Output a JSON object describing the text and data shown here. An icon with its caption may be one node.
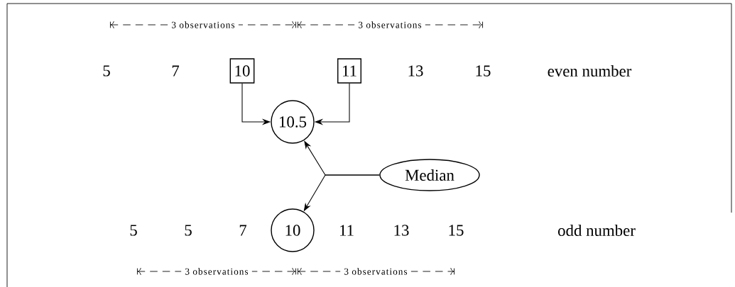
{
  "diagram": {
    "nodes": [
      {
        "text": [
          "10"
        ]
      },
      {
        "text": [
          "11"
        ]
      },
      {
        "text": [
          "10.5"
        ]
      },
      {
        "text": [
          "Median"
        ]
      },
      {
        "text": [
          "10"
        ]
      }
    ],
    "edges": [
      {
        "from": 0,
        "to": 2,
        "arrow": "to"
      },
      {
        "from": 1,
        "to": 2,
        "arrow": "to"
      },
      {
        "from": 3,
        "to": 2,
        "arrow": "to"
      },
      {
        "from": 3,
        "to": 4,
        "arrow": "to"
      }
    ],
    "labels": [
      "3 observations",
      "3 observations",
      "5",
      "7",
      "13",
      "15",
      "even number",
      "5",
      "5",
      "7",
      "11",
      "13",
      "15",
      "odd number",
      "3 observations",
      "3 observations"
    ]
  }
}
